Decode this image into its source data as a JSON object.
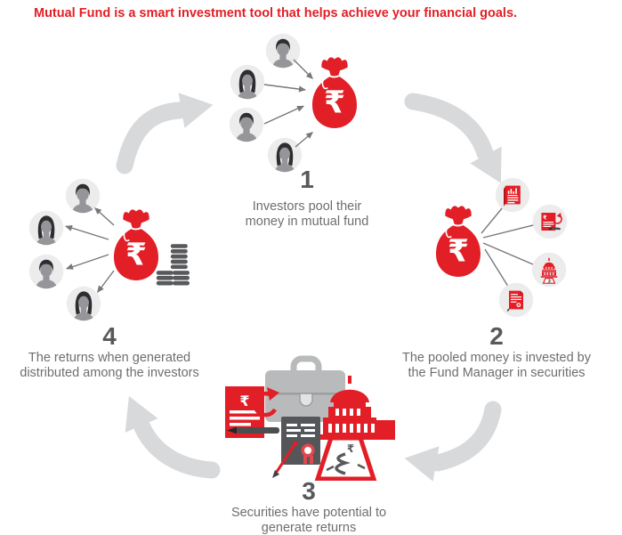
{
  "header": {
    "title": "Mutual Fund is a smart investment tool that helps achieve your financial goals."
  },
  "currency": {
    "symbol": "₹"
  },
  "steps": [
    {
      "number": "1",
      "caption": "Investors pool their money in mutual fund"
    },
    {
      "number": "2",
      "caption": "The pooled money is invested by the Fund Manager in securities"
    },
    {
      "number": "3",
      "caption": "Securities have potential to generate returns"
    },
    {
      "number": "4",
      "caption": "The returns when generated distributed among the investors"
    }
  ],
  "colors": {
    "brand_red": "#e21e26",
    "dark_red": "#b0151c",
    "number_gray": "#58595b",
    "caption_gray": "#6d6e71",
    "cycle_arrow_gray": "#d8d9da",
    "connector_gray": "#77787b",
    "avatar_bg": "#ececec",
    "avatar_silhouette": "#96969a",
    "hair_dark": "#2e2e30",
    "briefcase_gray": "#b9babc",
    "certificate_gray": "#55565a"
  },
  "icons": {
    "investor-avatar-icon": "person silhouette in gray circle",
    "money-bag-icon": "red money bag tied with rope, rupee symbol",
    "coin-stack-icon": "stacked gray coins",
    "stock-report-icon": "red report page with bar chart",
    "contract-icon": "red document with rupee, refresh arrow and pen",
    "bank-icon": "red domed bank building over rupee-path sign",
    "certificate-icon": "red deed with seal and pen",
    "briefcase-icon": "gray portfolio briefcase",
    "document-rupee-icon": "red rupee document with pen",
    "agreement-seal-icon": "dark certificate with red rosette",
    "government-building-icon": "red capitol building",
    "growth-sign-icon": "trapezoid sign with winding rupee path",
    "cycle-arrow-icon": "thick curved gray arrow"
  }
}
